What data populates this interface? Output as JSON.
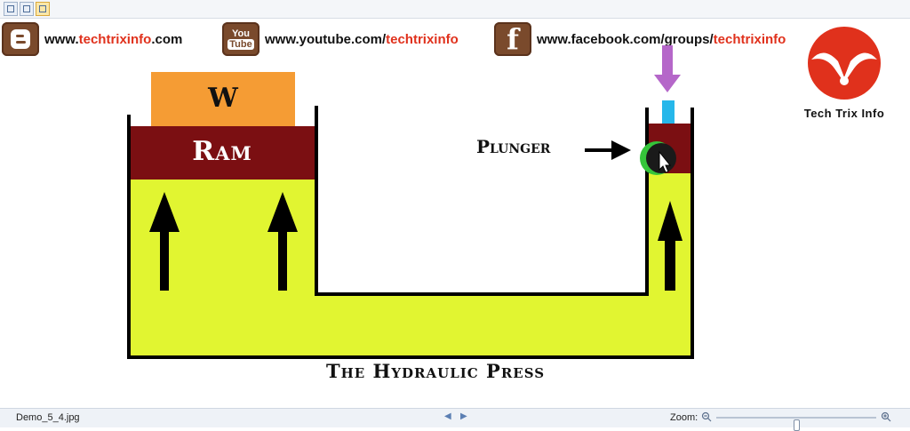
{
  "toolbar": {
    "buttons": [
      {
        "icon": "fit-icon",
        "active": false
      },
      {
        "icon": "actual-size-icon",
        "active": false
      },
      {
        "icon": "slideshow-icon",
        "active": true
      }
    ]
  },
  "social": {
    "blog_url_pre": "www.",
    "blog_url_hl": "techtrixinfo",
    "blog_url_post": ".com",
    "youtube_badge_top": "You",
    "youtube_badge_bottom": "Tube",
    "youtube_url_pre": "www.youtube.com/",
    "youtube_url_hl": "techtrixinfo",
    "facebook_badge": "f",
    "facebook_url_pre": "www.facebook.com/groups/",
    "facebook_url_hl": "techtrixinfo"
  },
  "logo": {
    "name": "Tech Trix Info"
  },
  "diagram": {
    "weight_label": "W",
    "ram_label": "Ram",
    "plunger_label": "Plunger",
    "title": "The Hydraulic Press"
  },
  "colors": {
    "fluid": "#e1f531",
    "ram": "#7b0f12",
    "weight": "#f59c34",
    "piston_rod": "#26b7ea",
    "push_arrow": "#b567c9",
    "highlight": "#35c43a",
    "brand_red": "#e0311c"
  },
  "statusbar": {
    "filename": "Demo_5_4.jpg",
    "zoom_label": "Zoom:",
    "zoom_level": 0.5
  }
}
